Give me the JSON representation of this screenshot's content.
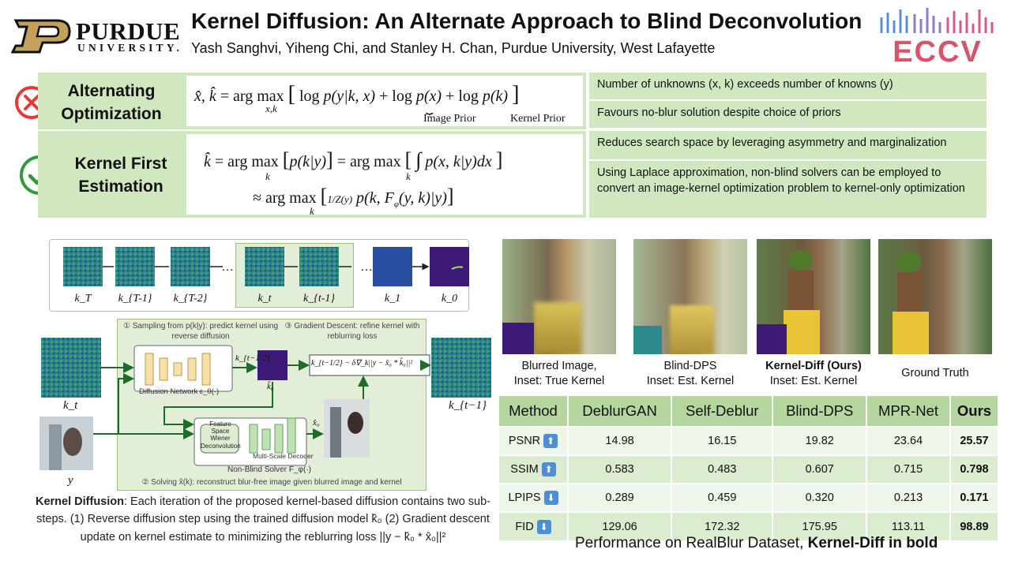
{
  "header": {
    "logo_word": "PURDUE",
    "logo_sub": "UNIVERSITY.",
    "title": "Kernel Diffusion: An Alternate Approach to Blind Deconvolution",
    "authors": "Yash Sanghvi, Yiheng Chi, and Stanley H. Chan, Purdue University, West Lafayette",
    "conference": "ECCV"
  },
  "methods": [
    {
      "label_line1": "Alternating",
      "label_line2": "Optimization",
      "status": "cross",
      "eq_braces": [
        "Image Prior",
        "Kernel Prior"
      ],
      "notes": [
        "Number of unknowns (x, k) exceeds number of knowns (y)",
        "Favours no-blur solution despite choice of priors"
      ]
    },
    {
      "label_line1": "Kernel First",
      "label_line2": "Estimation",
      "status": "check",
      "notes": [
        "Reduces search space by leveraging asymmetry  and marginalization",
        "Using Laplace approximation, non-blind solvers can be employed to convert an image-kernel optimization problem to kernel-only optimization"
      ]
    }
  ],
  "diagram": {
    "chain_labels": [
      "k_T",
      "k_{T-1}",
      "k_{T-2}",
      "…",
      "k_t",
      "k_{t-1}",
      "…",
      "k_1",
      "k_0"
    ],
    "step1": "① Sampling from p(k|y): predict kernel using reverse diffusion",
    "step3": "③ Gradient Descent: refine kernel with reblurring loss",
    "step2": "② Solving x̂(k): reconstruct blur-free image given blurred image and kernel",
    "diffusion_network": "Diffusion Network ε_θ(·)",
    "wiener": "Feature Space Wiener Deconvolution",
    "decoder": "Multi-Scale Decoder",
    "non_blind": "Non-Blind Solver F_φ(·)",
    "k_half": "k_{t−1/2}",
    "update": "k_{t−1/2} − δ∇_k||y − x̂₀ * k̂₀||²",
    "x_hat": "x̂₀",
    "k_hat": "k̂₀",
    "in_kt": "k_t",
    "in_y": "y",
    "out": "k_{t−1}"
  },
  "diagram_caption": {
    "bold": "Kernel Diffusion",
    "text": ": Each iteration of the proposed kernel-based diffusion contains two sub-steps. (1) Reverse diffusion step using the trained diffusion model  k̂₀ (2) Gradient descent update on kernel estimate to minimizing the reblurring loss ||y − k̂₀ * x̂₀||²"
  },
  "comparisons": [
    {
      "line1": "Blurred Image,",
      "line2": "Inset: True Kernel",
      "bold": false
    },
    {
      "line1": "Blind-DPS",
      "line2": "Inset: Est. Kernel",
      "bold": false
    },
    {
      "line1": "Kernel-Diff (Ours)",
      "line2": "Inset: Est. Kernel",
      "bold": true
    },
    {
      "line1": "Ground Truth",
      "line2": "",
      "bold": false
    }
  ],
  "table": {
    "headers": [
      "Method",
      "DeblurGAN",
      "Self-Deblur",
      "Blind-DPS",
      "MPR-Net",
      "Ours"
    ],
    "rows": [
      {
        "metric": "PSNR",
        "dir": "up",
        "values": [
          "14.98",
          "16.15",
          "19.82",
          "23.64",
          "25.57"
        ]
      },
      {
        "metric": "SSIM",
        "dir": "up",
        "values": [
          "0.583",
          "0.483",
          "0.607",
          "0.715",
          "0.798"
        ]
      },
      {
        "metric": "LPIPS",
        "dir": "down",
        "values": [
          "0.289",
          "0.459",
          "0.320",
          "0.213",
          "0.171"
        ]
      },
      {
        "metric": "FID",
        "dir": "down",
        "values": [
          "129.06",
          "172.32",
          "175.95",
          "113.11",
          "98.89"
        ]
      }
    ],
    "caption_plain": "Performance on RealBlur Dataset, ",
    "caption_bold": "Kernel-Diff in bold"
  },
  "colors": {
    "green_box": "#d1e7c0",
    "table_header": "#b5d69f",
    "purdue_gold": "#c4a15a",
    "cross": "#e53935",
    "check": "#2e9b3a",
    "arrow_icon": "#4d8fd6"
  }
}
